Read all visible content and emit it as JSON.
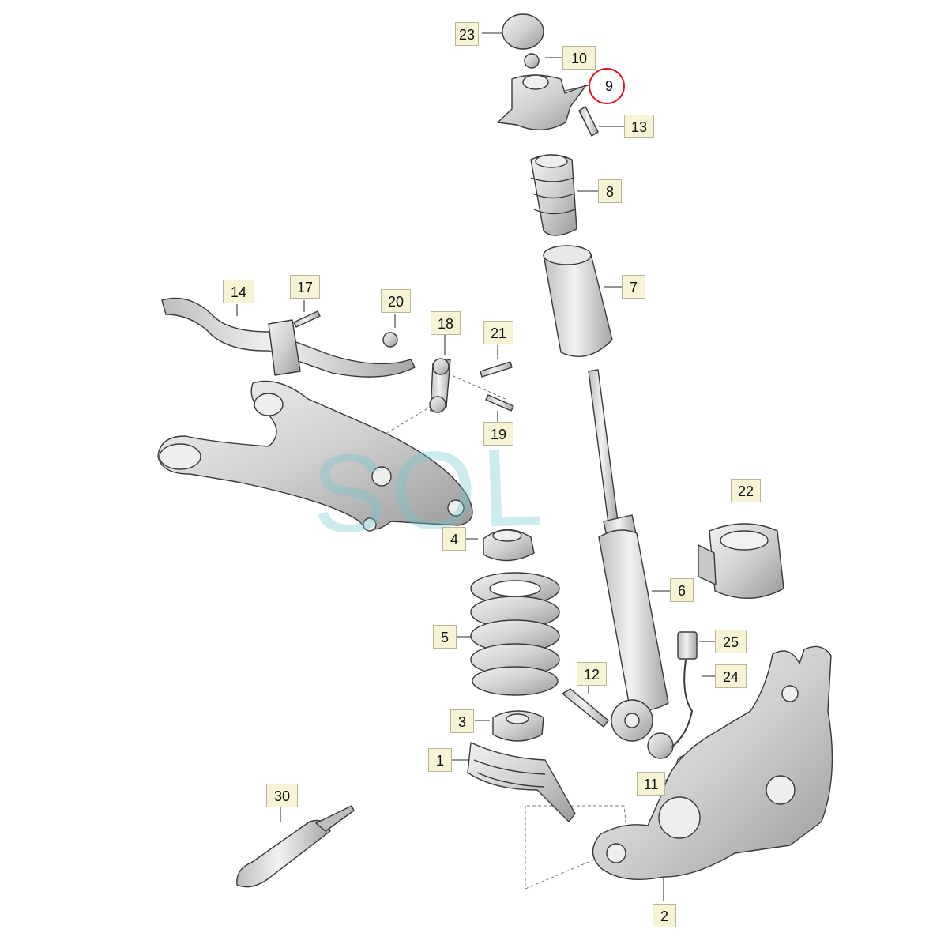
{
  "watermark": "SOL",
  "highlight_color": "#e0161b",
  "part_fill_color": "#d4d4d4",
  "callouts": {
    "p23": "23",
    "p10": "10",
    "p9": "9",
    "p13": "13",
    "p8": "8",
    "p7": "7",
    "p14": "14",
    "p17": "17",
    "p20": "20",
    "p18": "18",
    "p21": "21",
    "p19": "19",
    "p22": "22",
    "p4": "4",
    "p6": "6",
    "p5": "5",
    "p25": "25",
    "p24": "24",
    "p12": "12",
    "p3": "3",
    "p1": "1",
    "p11": "11",
    "p30": "30",
    "p2": "2"
  }
}
